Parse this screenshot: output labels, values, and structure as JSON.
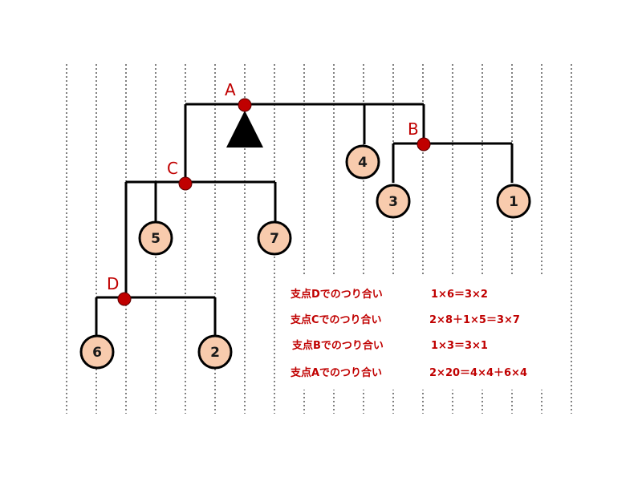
{
  "colors": {
    "beam": "#000000",
    "pivot": "#c00000",
    "ball_fill": "#f8cbad",
    "ball_stroke": "#000000",
    "text_red": "#c00000",
    "grid": "#000000"
  },
  "pivots": {
    "A": "A",
    "B": "B",
    "C": "C",
    "D": "D"
  },
  "weights": {
    "w1": "1",
    "w2": "2",
    "w3": "3",
    "w4": "4",
    "w5": "5",
    "w6": "6",
    "w7": "7"
  },
  "equations": [
    {
      "label": "支点Dでのつり合い",
      "formula": "1×6＝3×2"
    },
    {
      "label": "支点Cでのつり合い",
      "formula": "2×8＋1×5＝3×7"
    },
    {
      "label": "支点Bでのつり合い",
      "formula": "1×3＝3×1"
    },
    {
      "label": "支点Aでのつり合い",
      "formula": "2×20＝4×4＋6×4"
    }
  ]
}
